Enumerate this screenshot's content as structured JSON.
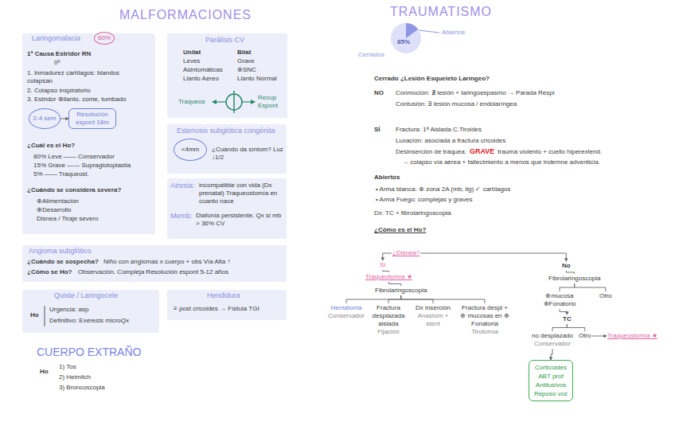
{
  "diagram": {
    "nodes": [
      {
        "text": [
          "Laringomalacia",
          "1ª Causa Estridor RN",
          "0º",
          "1. Inmadurez cartílagos: blandos colapsan",
          "2. Colapso inspiratorio",
          "3. Estridor ⊕llanto, come, tumbado",
          "¿Cuál es el Ho?",
          "80% Leve —— Conservador",
          "15% Grave —— Supraglotoplastia",
          "5% —— Traqueost.",
          "¿Cuándo se considera severa?",
          "⊕Alimentación",
          "⊕Desarrollo",
          "Disnea / Tiraje severo"
        ]
      },
      {
        "text": [
          "60%"
        ],
        "in": 0
      },
      {
        "text": [
          "2-4 sem"
        ],
        "in": 0
      },
      {
        "text": [
          "Resolución espont 18m"
        ],
        "in": 0
      },
      {
        "text": [
          "Parálisis CV",
          "Unilat",
          "Bilat",
          "Leves",
          "Grave",
          "Asintomáticas",
          "⊕SNC",
          "Llanto Aereo",
          "Llanto Normal",
          "Traqueos",
          "Recup Espont"
        ]
      },
      {
        "text": [
          "Estenosis subglótica congénita",
          "¿Cuándo da síntom? Luz ↓1/2"
        ]
      },
      {
        "text": [
          "<4mm"
        ],
        "in": 5
      },
      {
        "text": [
          "Atresia:",
          "incompatible con vida (Dx prenatal) Traqueostomía en cuanto nace",
          "Memb:",
          "Diafonía persistente. Qx si mb > 36% CV"
        ]
      },
      {
        "text": [
          "Angioma subglótico",
          "¿Cuándo se sospecha?",
          "Niño con angiomas x cuerpo + obs Vía Alta ↑",
          "¿Cómo se Ho?",
          "Observación. Compleja Resolución espont 5-12 años"
        ]
      },
      {
        "text": [
          "Quiste / Laringocele",
          "Ho",
          "Urgencia: asp",
          "Definitivo: Exéresis microQx"
        ]
      },
      {
        "text": [
          "Hendidura",
          "≡ post cricoides → Fístula TGI"
        ]
      },
      {
        "text": [
          "¿Disnea?"
        ]
      },
      {
        "text": [
          "Sí"
        ]
      },
      {
        "text": [
          "Traqueotomía ★"
        ]
      },
      {
        "text": [
          "Fibrolaringoscopia"
        ]
      },
      {
        "text": [
          "Hematoma",
          "Conservador"
        ]
      },
      {
        "text": [
          "Fractura desplazada aislada",
          "Fijación"
        ]
      },
      {
        "text": [
          "Dx inserción",
          "Anastom + stent"
        ]
      },
      {
        "text": [
          "Fractura despl + ⊕ mucosas en ⊕ Fonatoria",
          "Tirotomía"
        ]
      },
      {
        "text": [
          "No"
        ]
      },
      {
        "text": [
          "Fibrolaringoscopia"
        ]
      },
      {
        "text": [
          "⊕mucosa ⊕Fonatorio"
        ]
      },
      {
        "text": [
          "Otro"
        ]
      },
      {
        "text": [
          "TC"
        ]
      },
      {
        "text": [
          "no desplazado",
          "Conservador"
        ]
      },
      {
        "text": [
          "Otro"
        ]
      },
      {
        "text": [
          "Traqueostomía ★"
        ]
      },
      {
        "text": [
          "Corticoides ABT prof Antitusivos Reposo voz"
        ]
      }
    ],
    "edges": [
      {
        "from": 2,
        "to": 3,
        "arrow": "to"
      },
      {
        "from": 11,
        "to": 12,
        "arrow": "to"
      },
      {
        "from": 11,
        "to": 19,
        "arrow": "to"
      },
      {
        "from": 12,
        "to": 13,
        "arrow": "none"
      },
      {
        "from": 13,
        "to": 14,
        "arrow": "none"
      },
      {
        "from": 14,
        "to": 15,
        "arrow": "none"
      },
      {
        "from": 14,
        "to": 16,
        "arrow": "none"
      },
      {
        "from": 14,
        "to": 17,
        "arrow": "none"
      },
      {
        "from": 14,
        "to": 18,
        "arrow": "none"
      },
      {
        "from": 19,
        "to": 20,
        "arrow": "none"
      },
      {
        "from": 20,
        "to": 21,
        "arrow": "none"
      },
      {
        "from": 20,
        "to": 22,
        "arrow": "none"
      },
      {
        "from": 21,
        "to": 23,
        "arrow": "to"
      },
      {
        "from": 23,
        "to": 24,
        "arrow": "none"
      },
      {
        "from": 23,
        "to": 25,
        "arrow": "none"
      },
      {
        "from": 25,
        "to": 26,
        "arrow": "to"
      },
      {
        "from": 24,
        "to": 27,
        "arrow": "to"
      }
    ],
    "labels": [
      "MALFORMACIONES",
      "TRAUMATISMO",
      "Abiertos",
      "Cerrados",
      "85%",
      "Cerrado ¿Lesión Esqueleto Laríngeo?",
      "NO",
      "Conmoción: ∄ lesión + laringoespasmo → Parada Respi",
      "Contusión: ∃ lesión mucosa / endolaríngea",
      "SÍ",
      "Fractura: 1ª Aislada C.Tiroides",
      "Luxación: asociada a fractura cricoides",
      "Desinserción de tráquea:",
      "GRAVE",
      "trauma violento + cuello hiperextend.",
      "→ colapso vía aérea + fallecimiento a menos que indemne adventicia.",
      "Abiertos",
      "• Arma blanca: ⊕ zona 2A (mb, lig) ✓ cartílagos",
      "• Arma Fuego: complejas y graves",
      "Dx: TC + fibrolaringoscopia",
      "¿Cómo es el Ho?",
      "CUERPO EXTRAÑO",
      "Ho",
      "1) Tos",
      "2) Heimlich",
      "3) Broncoscopia"
    ]
  }
}
